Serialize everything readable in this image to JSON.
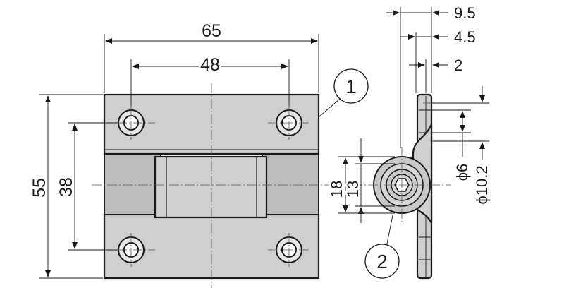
{
  "colors": {
    "line": "#1a1a1a",
    "body_fill": "#cfcfcf",
    "background": "#ffffff"
  },
  "front_view": {
    "dims": {
      "overall_width": "65",
      "hole_pitch_horizontal": "48",
      "overall_height": "55",
      "hole_pitch_vertical": "38"
    }
  },
  "side_view": {
    "dims": {
      "offset_total": "9.5",
      "offset_mid": "4.5",
      "plate_thickness": "2",
      "hole_dia_small": "ϕ6",
      "hole_dia_large": "ϕ10.2",
      "knuckle_outer": "18",
      "knuckle_inner": "13"
    }
  },
  "balloons": {
    "part_1": "1",
    "part_2": "2"
  }
}
